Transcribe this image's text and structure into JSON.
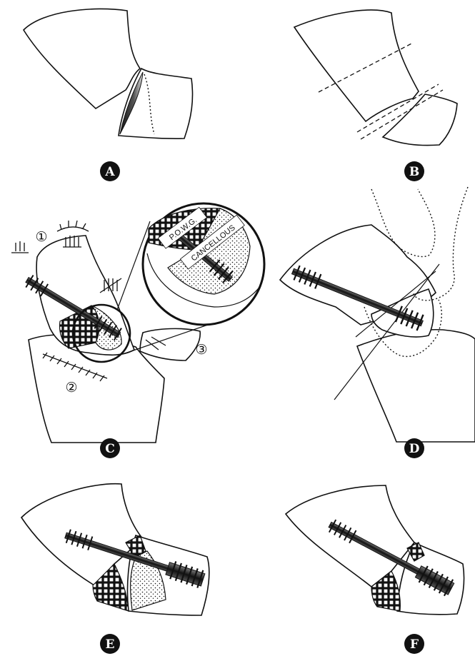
{
  "panels": [
    {
      "id": "A",
      "label": "A"
    },
    {
      "id": "B",
      "label": "B"
    },
    {
      "id": "C",
      "label": "C"
    },
    {
      "id": "D",
      "label": "D"
    },
    {
      "id": "E",
      "label": "E"
    },
    {
      "id": "F",
      "label": "F"
    }
  ],
  "panel_c": {
    "inset_text_1": "P.O.W.G.",
    "inset_text_2": "CANCELLOUS",
    "markers": [
      "①",
      "②",
      "③"
    ]
  },
  "colors": {
    "ink": "#111111",
    "paper": "#ffffff"
  }
}
